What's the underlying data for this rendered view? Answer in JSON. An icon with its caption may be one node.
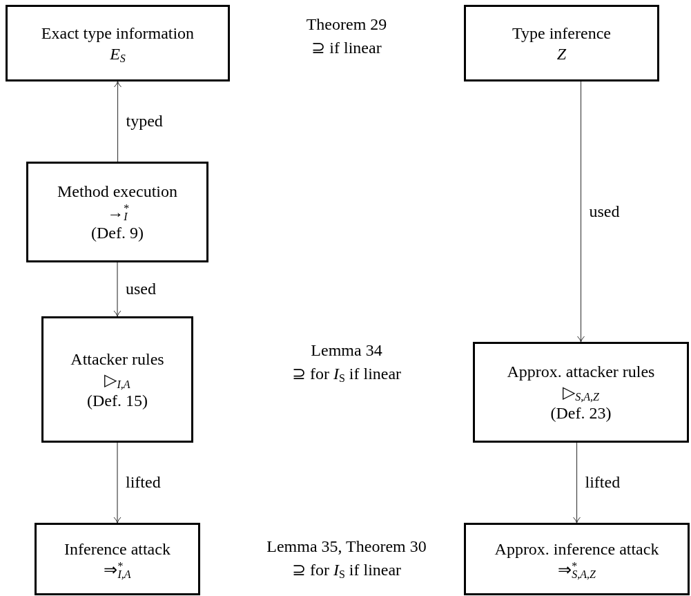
{
  "diagram": {
    "nodes": [
      {
        "text": [
          "Exact type information",
          "*E*$_{S}$"
        ]
      },
      {
        "text": [
          "Type inference",
          "*Z*"
        ]
      },
      {
        "text": [
          "Method execution",
          "→$^{*}$$_{I}$",
          "(Def. 9)"
        ]
      },
      {
        "text": [
          "Attacker rules",
          "▷$_{I,A}$",
          "(Def. 15)"
        ]
      },
      {
        "text": [
          "Approx. attacker rules",
          "▷$_{S,A,Z}$",
          "(Def. 23)"
        ]
      },
      {
        "text": [
          "Inference attack",
          "⇒$^{*}$$_{I,A}$"
        ]
      },
      {
        "text": [
          "Approx. inference attack",
          "⇒$^{*}$$_{S,A,Z}$"
        ]
      }
    ],
    "edges": [
      {
        "from": 2,
        "to": 0,
        "arrow": "to",
        "label": "typed"
      },
      {
        "from": 1,
        "to": 4,
        "arrow": "to",
        "label": "used"
      },
      {
        "from": 2,
        "to": 3,
        "arrow": "to",
        "label": "used"
      },
      {
        "from": 3,
        "to": 5,
        "arrow": "to",
        "label": "lifted"
      },
      {
        "from": 4,
        "to": 6,
        "arrow": "to",
        "label": "lifted"
      }
    ],
    "labels": [
      "Theorem 29",
      "⊇ if linear",
      "Lemma 34",
      "⊇ for *I*$_{S}$ if linear",
      "Lemma 35, Theorem 30",
      "⊇ for *I*$_{S}$ if linear"
    ]
  }
}
